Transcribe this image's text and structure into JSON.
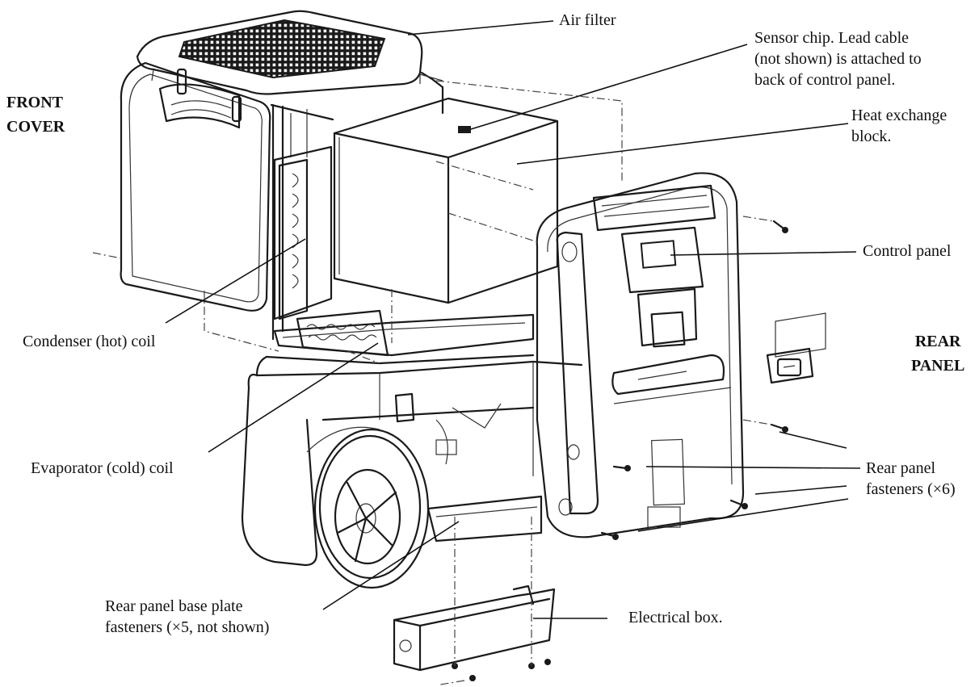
{
  "section_labels": {
    "front_cover_line1": "FRONT",
    "front_cover_line2": "COVER",
    "rear_panel_line1": "REAR",
    "rear_panel_line2": "PANEL"
  },
  "callouts": {
    "air_filter": "Air filter",
    "sensor_chip_line1": "Sensor chip. Lead cable",
    "sensor_chip_line2": "(not shown) is attached to",
    "sensor_chip_line3": "back of control panel.",
    "heat_exchange_line1": "Heat exchange",
    "heat_exchange_line2": "block.",
    "control_panel": "Control panel",
    "condenser_coil": "Condenser (hot) coil",
    "evaporator_coil": "Evaporator (cold) coil",
    "rear_fasteners_line1": "Rear panel",
    "rear_fasteners_line2": "fasteners (×6)",
    "base_plate_line1": "Rear panel base plate",
    "base_plate_line2": "fasteners (×5, not shown)",
    "electrical_box": "Electrical box."
  },
  "icons": [
    "screw-icon",
    "power-inlet-icon",
    "wheel-icon",
    "grille-icon"
  ],
  "colors": {
    "line": "#1a1a1a",
    "background": "#ffffff",
    "hidden_line": "#444444"
  }
}
